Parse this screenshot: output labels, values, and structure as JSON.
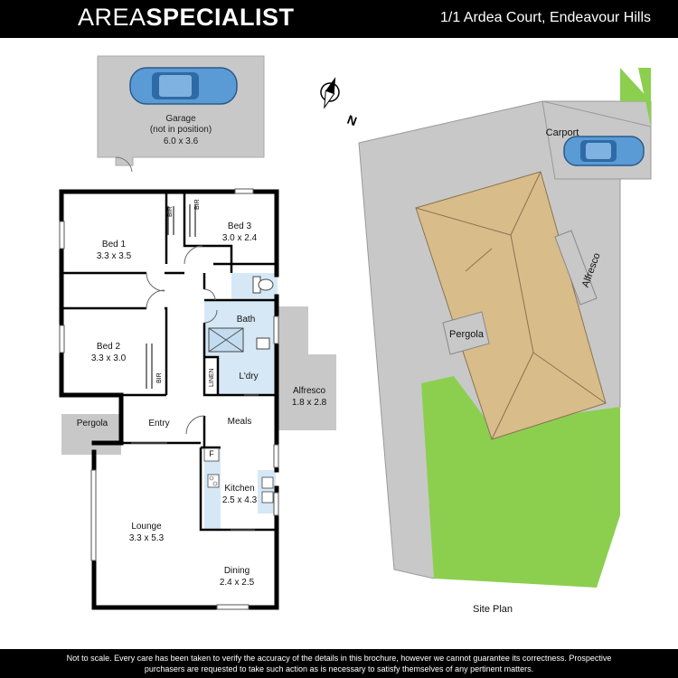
{
  "header": {
    "brand_light": "AREA",
    "brand_bold": "SPECIALIST",
    "address": "1/1 Ardea Court, Endeavour Hills"
  },
  "floor_plan": {
    "garage": {
      "name": "Garage",
      "note": "(not in position)",
      "size": "6.0 x 3.6"
    },
    "bed1": {
      "name": "Bed 1",
      "size": "3.3 x 3.5"
    },
    "bed2": {
      "name": "Bed 2",
      "size": "3.3 x 3.0"
    },
    "bed3": {
      "name": "Bed 3",
      "size": "3.0 x 2.4"
    },
    "bath": {
      "name": "Bath"
    },
    "laundry": {
      "name": "L'dry"
    },
    "linen": {
      "name": "LINEN"
    },
    "bir": "BIR",
    "alfresco": {
      "name": "Alfresco",
      "size": "1.8 x 2.8"
    },
    "pergola": {
      "name": "Pergola"
    },
    "entry": {
      "name": "Entry"
    },
    "meals": {
      "name": "Meals"
    },
    "fridge": "F",
    "kitchen": {
      "name": "Kitchen",
      "size": "2.5 x 4.3"
    },
    "lounge": {
      "name": "Lounge",
      "size": "3.3 x 5.3"
    },
    "dining": {
      "name": "Dining",
      "size": "2.4 x 2.5"
    }
  },
  "site_plan": {
    "title": "Site Plan",
    "carport": "Carport",
    "alfresco": "Alfresco",
    "pergola": "Pergola",
    "compass_label": "N"
  },
  "colors": {
    "wall": "#000000",
    "garage_fill": "#c8c8c8",
    "wet_area": "#d6e8f5",
    "roof": "#d8bc8a",
    "lawn": "#8ccf4f",
    "car": "#5b9bd5"
  },
  "footer": {
    "line1": "Not to scale. Every care has been taken to verify the accuracy of the details in this brochure, however we cannot guarantee its correctness. Prospective",
    "line2": "purchasers are requested to take such action as is necessary to satisfy themselves of any pertinent matters."
  }
}
